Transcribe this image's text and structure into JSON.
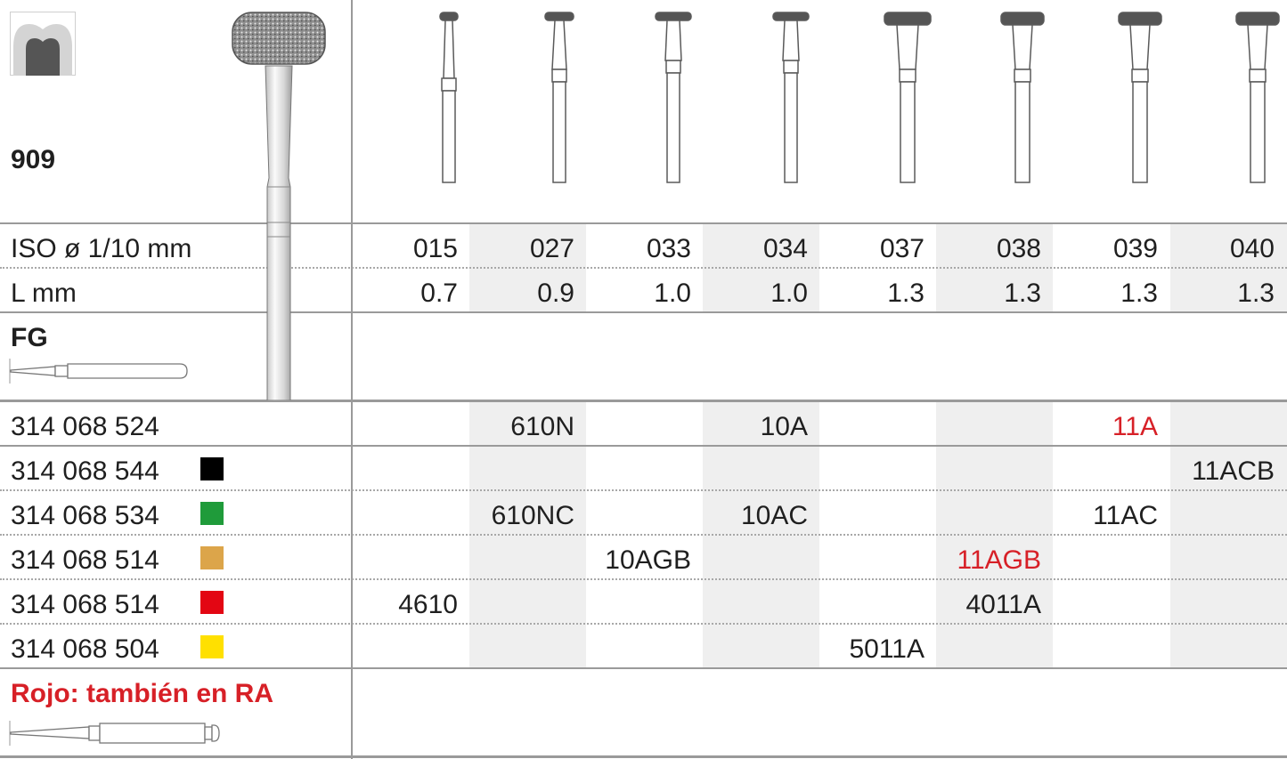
{
  "product": {
    "code": "909",
    "iso_label": "ISO ø 1/10 mm",
    "length_label": "L mm",
    "fg_label": "FG",
    "ra_note": "Rojo: también en RA"
  },
  "sizes": [
    "015",
    "027",
    "033",
    "034",
    "037",
    "038",
    "039",
    "040"
  ],
  "lengths": [
    "0.7",
    "0.9",
    "1.0",
    "1.0",
    "1.3",
    "1.3",
    "1.3",
    "1.3"
  ],
  "rows": [
    {
      "ref": "314 068 524",
      "swatch": "",
      "cells": [
        "",
        "610N",
        "",
        "10A",
        "",
        "",
        "11A",
        ""
      ],
      "red_cells": [
        6
      ]
    },
    {
      "ref": "314 068 544",
      "swatch": "#000000",
      "cells": [
        "",
        "",
        "",
        "",
        "",
        "",
        "",
        "11ACB"
      ],
      "red_cells": []
    },
    {
      "ref": "314 068 534",
      "swatch": "#1f9b3a",
      "cells": [
        "",
        "610NC",
        "",
        "10AC",
        "",
        "",
        "11AC",
        ""
      ],
      "red_cells": []
    },
    {
      "ref": "314 068 514",
      "swatch": "#dca54a",
      "cells": [
        "",
        "",
        "10AGB",
        "",
        "",
        "11AGB",
        "",
        ""
      ],
      "red_cells": [
        5
      ]
    },
    {
      "ref": "314 068 514",
      "swatch": "#e30613",
      "cells": [
        "4610",
        "",
        "",
        "",
        "",
        "4011A",
        "",
        ""
      ],
      "red_cells": []
    },
    {
      "ref": "314 068 504",
      "swatch": "#ffe000",
      "cells": [
        "",
        "",
        "",
        "",
        "5011A",
        "",
        "",
        ""
      ],
      "red_cells": []
    }
  ],
  "colors": {
    "accent_red": "#d72027",
    "shade": "#efefef",
    "rule": "#9a9a9a"
  },
  "icons": [
    "tooth-crown-icon",
    "diamond-wheel-bur-icon",
    "fg-shank-icon",
    "ra-shank-icon"
  ]
}
